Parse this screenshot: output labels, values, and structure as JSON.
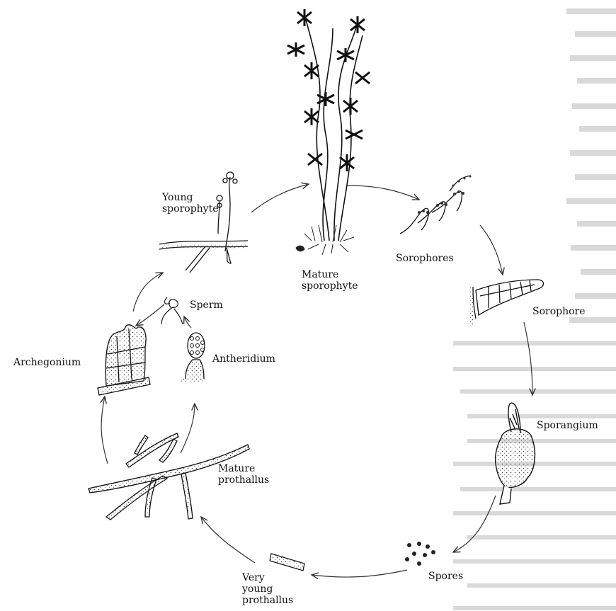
{
  "diagram": {
    "stages": {
      "young_sporophyte": [
        "Young",
        "sporophyte"
      ],
      "mature_sporophyte": [
        "Mature",
        "sporophyte"
      ],
      "sorophores": "Sorophores",
      "sorophore": "Sorophore",
      "sporangium": "Sporangium",
      "spores": "Spores",
      "very_young_prothallus": [
        "Very",
        "young",
        "prothallus"
      ],
      "mature_prothallus": [
        "Mature",
        "prothallus"
      ],
      "archegonium": "Archegonium",
      "antheridium": "Antheridium",
      "sperm": "Sperm"
    }
  }
}
